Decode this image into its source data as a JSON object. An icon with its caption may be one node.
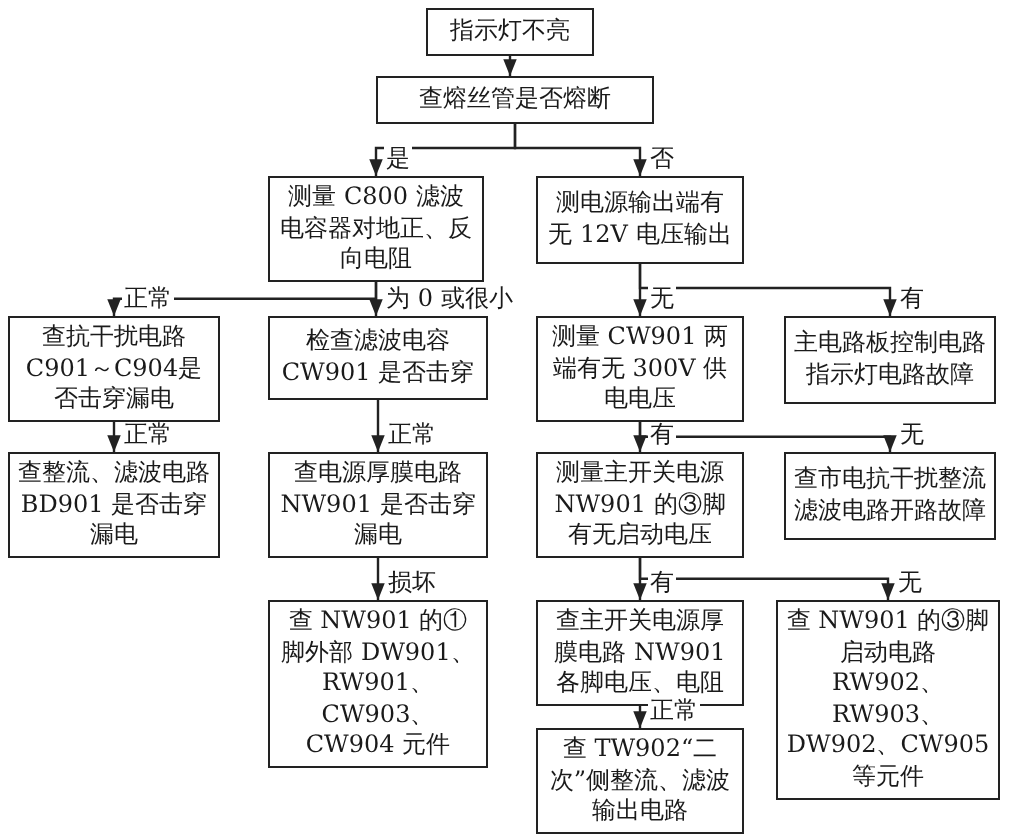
{
  "diagram": {
    "nodes": [
      {
        "text": [
          "指示灯不亮"
        ]
      },
      {
        "text": [
          "查熔丝管是否熔断"
        ]
      },
      {
        "text": [
          "测量 C800 滤波电容器对地正、反向电阻"
        ]
      },
      {
        "text": [
          "测电源输出端有无 12V 电压输出"
        ]
      },
      {
        "text": [
          "查抗干扰电路C901～C904是否击穿漏电"
        ]
      },
      {
        "text": [
          "检查滤波电容CW901 是否击穿"
        ]
      },
      {
        "text": [
          "测量 CW901 两端有无 300V 供电电压"
        ]
      },
      {
        "text": [
          "主电路板控制电路指示灯电路故障"
        ]
      },
      {
        "text": [
          "查整流、滤波电路BD901 是否击穿漏电"
        ]
      },
      {
        "text": [
          "查电源厚膜电路NW901 是否击穿漏电"
        ]
      },
      {
        "text": [
          "测量主开关电源NW901 的③脚有无启动电压"
        ]
      },
      {
        "text": [
          "查市电抗干扰整流滤波电路开路故障"
        ]
      },
      {
        "text": [
          "查 NW901 的①脚外部 DW901、RW901、CW903、CW904 元件"
        ]
      },
      {
        "text": [
          "查主开关电源厚膜电路 NW901 各脚电压、电阻"
        ]
      },
      {
        "text": [
          "查 NW901 的③脚启动电路 RW902、RW903、DW902、CW905等元件"
        ]
      },
      {
        "text": [
          "查 TW902“二次”侧整流、滤波输出电路"
        ]
      }
    ],
    "edges": [
      {
        "from": 0,
        "to": 1,
        "arrow": "to"
      },
      {
        "from": 1,
        "to": 2,
        "arrow": "to",
        "label": "是"
      },
      {
        "from": 1,
        "to": 3,
        "arrow": "to",
        "label": "否"
      },
      {
        "from": 2,
        "to": 4,
        "arrow": "to",
        "label": "正常"
      },
      {
        "from": 2,
        "to": 5,
        "arrow": "to",
        "label": "为 0 或很小"
      },
      {
        "from": 3,
        "to": 6,
        "arrow": "to",
        "label": "无"
      },
      {
        "from": 3,
        "to": 7,
        "arrow": "to",
        "label": "有"
      },
      {
        "from": 4,
        "to": 8,
        "arrow": "to",
        "label": "正常"
      },
      {
        "from": 5,
        "to": 9,
        "arrow": "to",
        "label": "正常"
      },
      {
        "from": 9,
        "to": 12,
        "arrow": "to",
        "label": "损坏"
      },
      {
        "from": 6,
        "to": 10,
        "arrow": "to",
        "label": "有"
      },
      {
        "from": 6,
        "to": 11,
        "arrow": "to",
        "label": "无"
      },
      {
        "from": 10,
        "to": 13,
        "arrow": "to",
        "label": "有"
      },
      {
        "from": 10,
        "to": 14,
        "arrow": "to",
        "label": "无"
      },
      {
        "from": 13,
        "to": 15,
        "arrow": "to",
        "label": "正常"
      }
    ]
  }
}
